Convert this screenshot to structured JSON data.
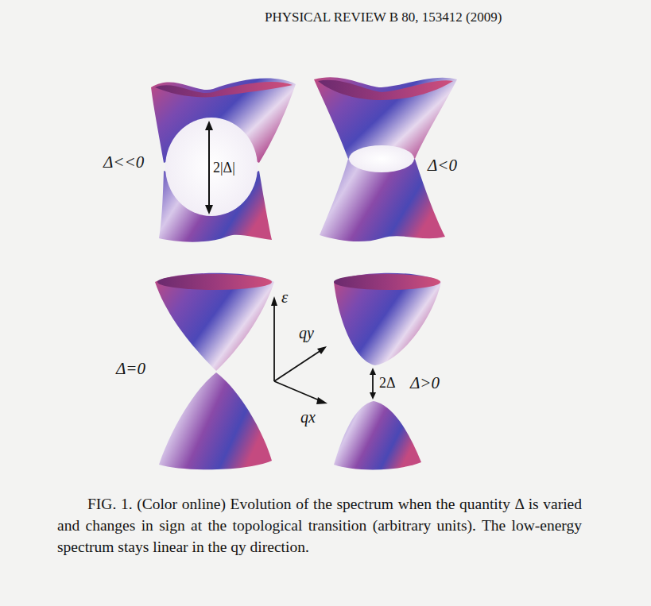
{
  "diagram": {
    "caption": "FIG. 1. (Color online) Evolution of the spectrum when the quantity Δ is varied and changes in sign at the topological transition (arbitrary units). The low-energy spectrum stays linear in the qy direction.",
    "labels": [
      "PHYSICAL REVIEW B 80, 153412 (2009)",
      "Δ<<0",
      "2|Δ|",
      "Δ<0",
      "Δ=0",
      "ε",
      "qy",
      "qx",
      "2Δ",
      "Δ>0"
    ]
  }
}
